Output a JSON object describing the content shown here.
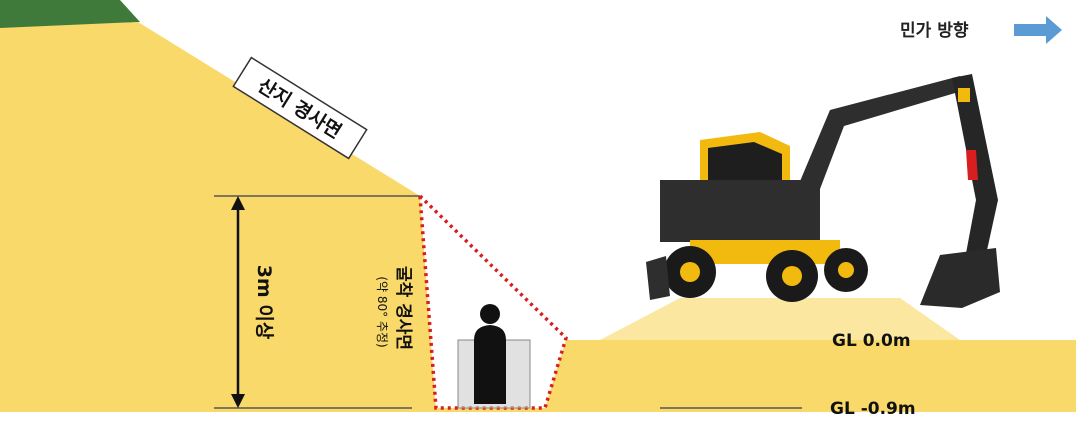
{
  "labels": {
    "mountain_slope": "산지 경사면",
    "height_label": "3m 이상",
    "excavation_slope": "굴착 경사면",
    "excavation_note": "(약 80° 추정)",
    "gl_top": "GL  0.0m",
    "gl_bottom": "GL -0.9m",
    "direction": "민가 방향"
  },
  "colors": {
    "ground": "#F9D96A",
    "ground_light": "#FBE7A0",
    "grass": "#3F7A3A",
    "dotted_line": "#D81E1E",
    "arrow": "#5B9BD5",
    "machine_yellow": "#F2B90E",
    "machine_dark": "#2E2E2E"
  }
}
